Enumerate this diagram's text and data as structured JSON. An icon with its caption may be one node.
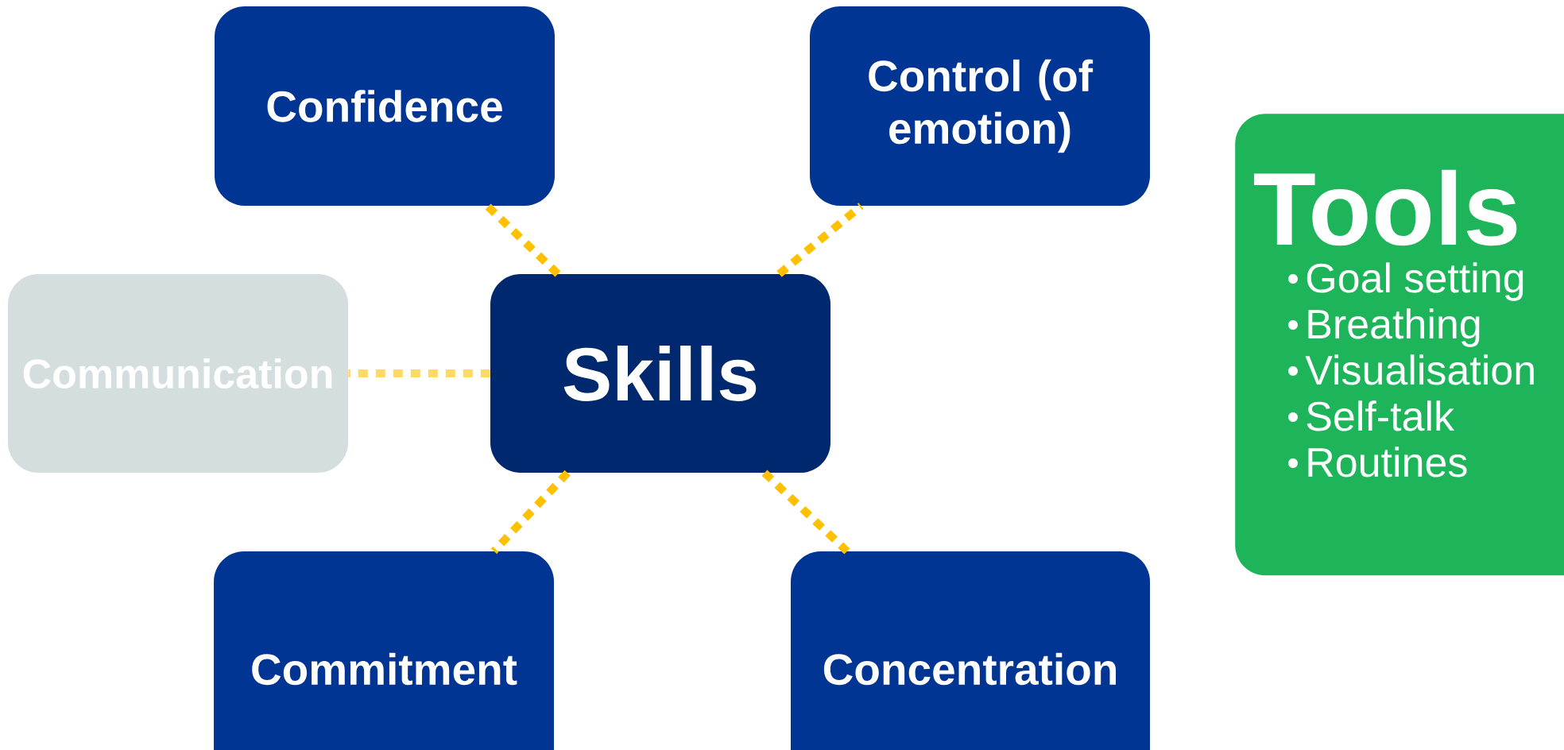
{
  "diagram": {
    "nodes": [
      {
        "text": [
          "Confidence"
        ]
      },
      {
        "text": [
          "Control (of emotion)"
        ]
      },
      {
        "text": [
          "Communication"
        ]
      },
      {
        "text": [
          "Skills"
        ]
      },
      {
        "text": [
          "Commitment"
        ]
      },
      {
        "text": [
          "Concentration"
        ]
      },
      {
        "text": [
          "Tools",
          "Goal setting",
          "Breathing",
          "Visualisation",
          "Self-talk",
          "Routines"
        ]
      }
    ],
    "edges": [
      {
        "from": 3,
        "to": 0,
        "arrow": "none",
        "style": "dashed"
      },
      {
        "from": 3,
        "to": 1,
        "arrow": "none",
        "style": "dashed"
      },
      {
        "from": 3,
        "to": 2,
        "arrow": "none",
        "style": "dashed",
        "color": "#ffd966"
      },
      {
        "from": 3,
        "to": 4,
        "arrow": "none",
        "style": "dashed"
      },
      {
        "from": 3,
        "to": 5,
        "arrow": "none",
        "style": "dashed"
      }
    ]
  }
}
